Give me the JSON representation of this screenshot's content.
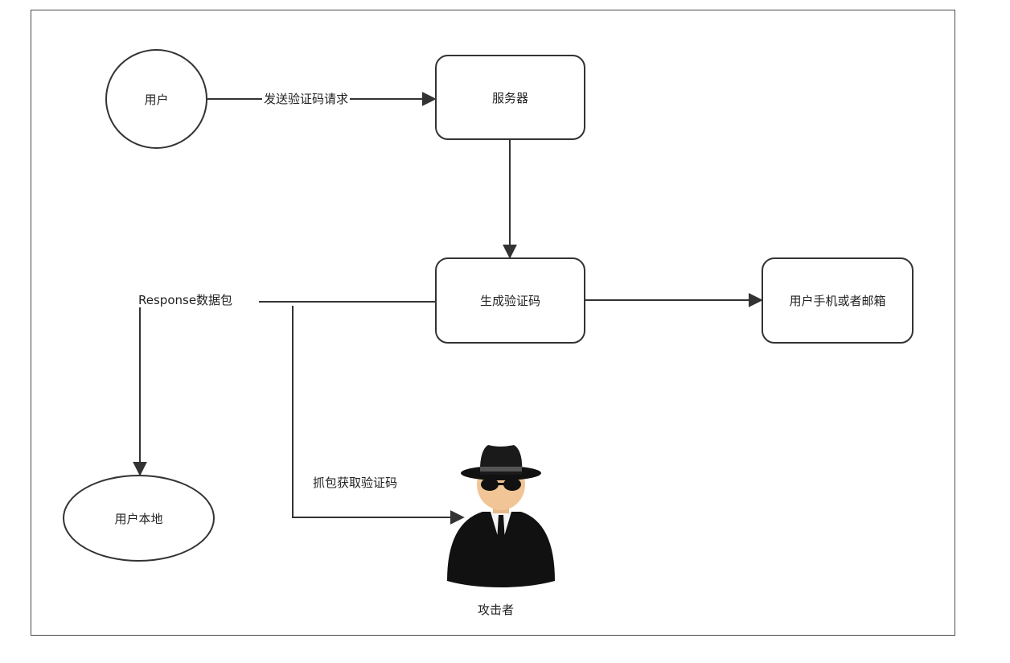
{
  "nodes": {
    "user": "用户",
    "server": "服务器",
    "generate": "生成验证码",
    "user_phone": "用户手机或者邮箱",
    "user_local": "用户本地",
    "attacker": "攻击者"
  },
  "edges": {
    "send_request": "发送验证码请求",
    "response_packet": "Response数据包",
    "capture_code": "抓包获取验证码"
  },
  "colors": {
    "stroke": "#333333",
    "frame": "#4a4a4a"
  },
  "icons": {
    "attacker": "spy-icon"
  }
}
